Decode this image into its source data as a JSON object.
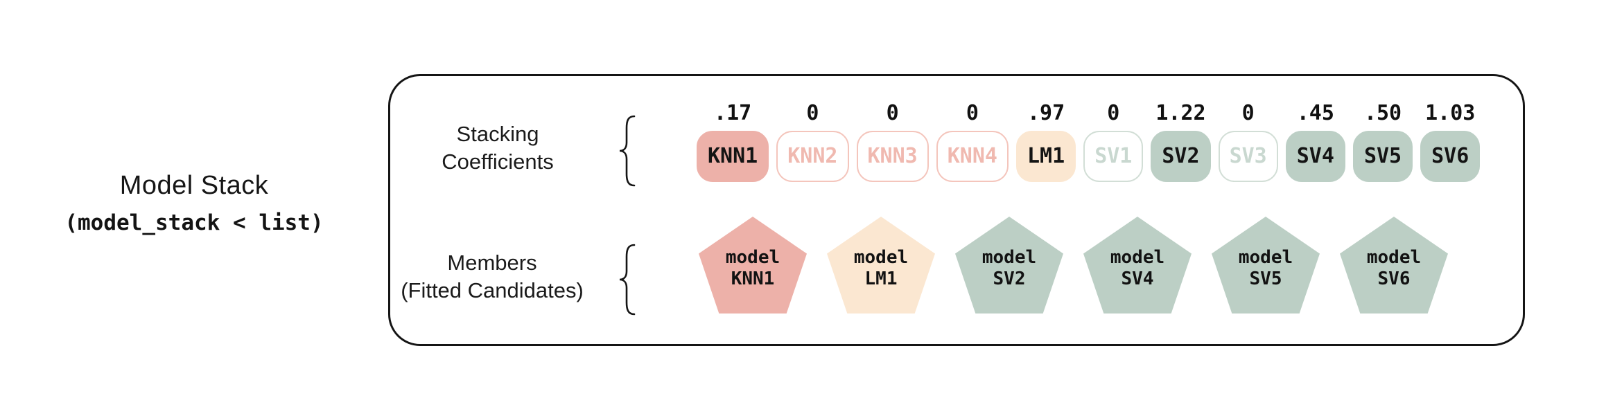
{
  "left_panel": {
    "title": "Model Stack",
    "subtitle": "(model_stack < list)"
  },
  "stack_box": {
    "coef_label": {
      "line1": "Stacking",
      "line2": "Coefficients"
    },
    "member_label": {
      "line1": "Members",
      "line2": "(Fitted Candidates)"
    },
    "coefficients": [
      {
        "name": "KNN1",
        "value": ".17",
        "style": "pink-filled"
      },
      {
        "name": "KNN2",
        "value": "0",
        "style": "pink-outline"
      },
      {
        "name": "KNN3",
        "value": "0",
        "style": "pink-outline"
      },
      {
        "name": "KNN4",
        "value": "0",
        "style": "pink-outline"
      },
      {
        "name": "LM1",
        "value": ".97",
        "style": "peach-filled"
      },
      {
        "name": "SV1",
        "value": "0",
        "style": "green-outline"
      },
      {
        "name": "SV2",
        "value": "1.22",
        "style": "green-filled"
      },
      {
        "name": "SV3",
        "value": "0",
        "style": "green-outline"
      },
      {
        "name": "SV4",
        "value": ".45",
        "style": "green-filled"
      },
      {
        "name": "SV5",
        "value": ".50",
        "style": "green-filled"
      },
      {
        "name": "SV6",
        "value": "1.03",
        "style": "green-filled"
      }
    ],
    "members": [
      {
        "line1": "model",
        "line2": "KNN1",
        "style": "pink"
      },
      {
        "line1": "model",
        "line2": "LM1",
        "style": "peach"
      },
      {
        "line1": "model",
        "line2": "SV2",
        "style": "green"
      },
      {
        "line1": "model",
        "line2": "SV4",
        "style": "green"
      },
      {
        "line1": "model",
        "line2": "SV5",
        "style": "green"
      },
      {
        "line1": "model",
        "line2": "SV6",
        "style": "green"
      }
    ]
  },
  "colors": {
    "ink": "#141414",
    "pink_fill": "#edb1a9",
    "pink_outline_border": "#f4c5bc",
    "pink_outline_text": "#f0b9b0",
    "peach_fill": "#fbe7d1",
    "green_fill": "#bccfc5",
    "green_outline_border": "#d2ded6",
    "green_outline_text": "#c9d8d0",
    "box_border": "#151515"
  }
}
